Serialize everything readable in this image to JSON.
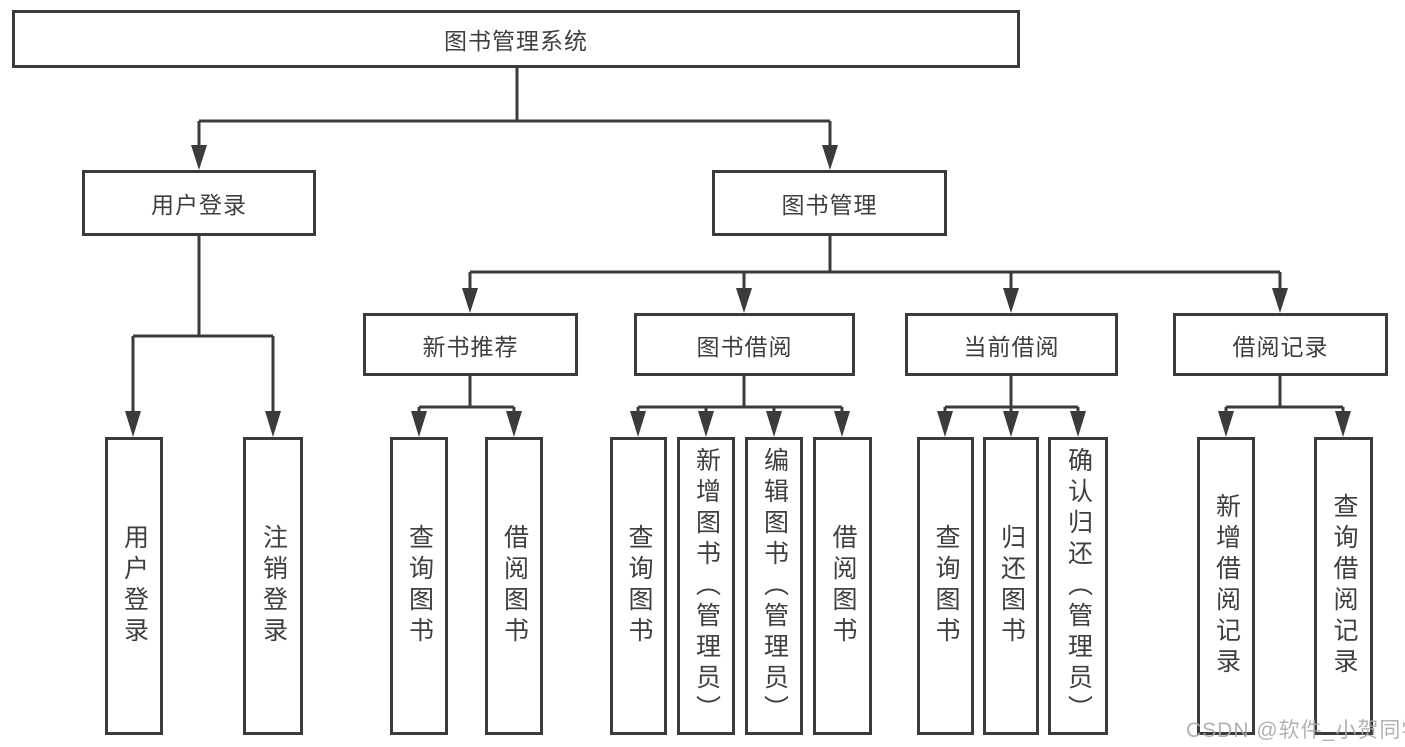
{
  "nodes": {
    "root": "图书管理系统",
    "user_login": "用户登录",
    "book_mgmt": "图书管理",
    "new_books": "新书推荐",
    "book_borrow": "图书借阅",
    "current_borrow": "当前借阅",
    "borrow_records": "借阅记录"
  },
  "leaves": {
    "login_user": "用户登录",
    "logout": "注销登录",
    "nb_query": "查询图书",
    "nb_borrow": "借阅图书",
    "bb_query": "查询图书",
    "bb_add_admin": "新增图书（管理员）",
    "bb_edit_admin": "编辑图书（管理员）",
    "bb_borrow": "借阅图书",
    "cb_query": "查询图书",
    "cb_return": "归还图书",
    "cb_confirm_admin": "确认归还（管理员）",
    "br_add": "新增借阅记录",
    "br_query": "查询借阅记录"
  },
  "watermark": "CSDN @软件_小贺同学",
  "colors": {
    "line": "#3b3b3b",
    "text": "#3f3f3f",
    "watermark": "#aaaaaa",
    "background": "#ffffff"
  }
}
